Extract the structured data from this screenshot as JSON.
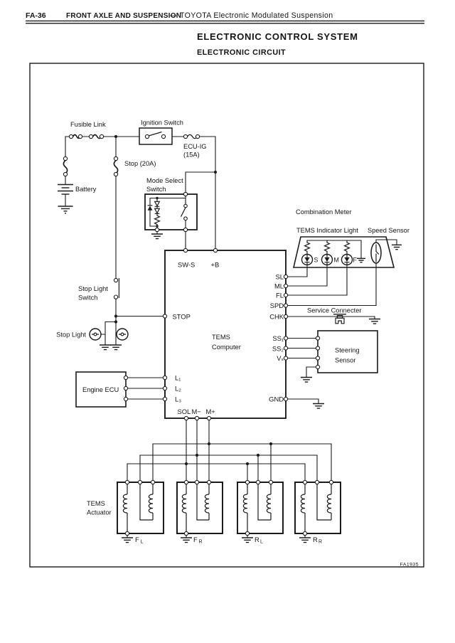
{
  "header": {
    "page_code": "FA-36",
    "section_bold": "FRONT AXLE AND SUSPENSION",
    "section_rest": "— TOYOTA Electronic Modulated Suspension"
  },
  "titles": {
    "main": "ELECTRONIC CONTROL SYSTEM",
    "sub": "ELECTRONIC CIRCUIT"
  },
  "figure_code": "FA1935",
  "colors": {
    "ink": "#1b1b1b",
    "paper": "#ffffff"
  },
  "labels": {
    "fusible_link": "Fusible Link",
    "ignition_switch": "Ignition Switch",
    "ecu_ig": "ECU-IG",
    "ecu_ig_amp": "(15A)",
    "stop_fuse": "Stop (20A)",
    "battery": "Battery",
    "mode_select_1": "Mode Select",
    "mode_select_2": "Switch",
    "combination_meter": "Combination Meter",
    "tems_indicator_light": "TEMS Indicator Light",
    "speed_sensor": "Speed Sensor",
    "lamp_s": "S",
    "lamp_m": "M",
    "lamp_f": "F",
    "stop_light_switch_1": "Stop Light",
    "stop_light_switch_2": "Switch",
    "stop_light": "Stop Light",
    "service_connecter": "Service Connecter",
    "steering_1": "Steering",
    "steering_2": "Sensor",
    "engine_ecu": "Engine ECU",
    "tems_actuator_1": "TEMS",
    "tems_actuator_2": "Actuator",
    "act_fl_main": "F",
    "act_fl_sub": "L",
    "act_fr_main": "F",
    "act_fr_sub": "R",
    "act_rl_main": "R",
    "act_rl_sub": "L",
    "act_rr_main": "R",
    "act_rr_sub": "R"
  },
  "computer": {
    "name_1": "TEMS",
    "name_2": "Computer",
    "sw_s": "SW-S",
    "plus_b": "+B",
    "sl": "SL",
    "ml": "ML",
    "fl": "FL",
    "spd": "SPD",
    "chk": "CHK",
    "ss1": "SS₁",
    "ss2": "SS₂",
    "vs": "Vₛ",
    "gnd": "GND",
    "stop": "STOP",
    "l1": "L₁",
    "l2": "L₂",
    "l3": "L₃",
    "sol": "SOL",
    "m_minus": "M−",
    "m_plus": "M+"
  }
}
